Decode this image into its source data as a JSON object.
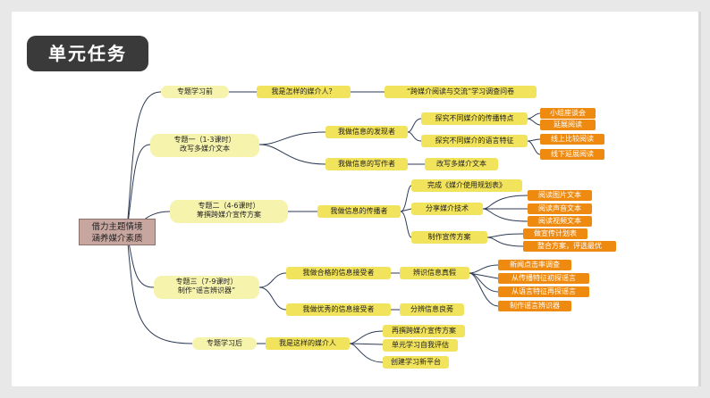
{
  "slide": {
    "badge": "单元任务"
  },
  "mindmap": {
    "root": [
      "借力主题情境",
      "涵养媒介素质"
    ],
    "branch1": {
      "topic": "专题学习前",
      "child": "我是怎样的媒介人？",
      "leaf": "“跨媒介阅读与交流”学习调查问卷"
    },
    "branch2": {
      "topic": [
        "专题一（1-3课时）",
        "改写多媒介文本"
      ],
      "child_a": "我做信息的发现者",
      "a_sub1": "探究不同媒介的传播特点",
      "a_sub1_leaves": [
        "小组座谈会",
        "延展阅读"
      ],
      "a_sub2": "探究不同媒介的语言特征",
      "a_sub2_leaves": [
        "线上比较阅读",
        "线下延展阅读"
      ],
      "child_b": "我做信息的写作者",
      "b_leaf": "改写多媒介文本"
    },
    "branch3": {
      "topic": [
        "专题二（4-6课时）",
        "筹撰跨媒介宣传方案"
      ],
      "child": "我做信息的传播者",
      "sub1": "完成《媒介使用规划表》",
      "sub2": "分享媒介技术",
      "sub2_leaves": [
        "阅读图片文本",
        "阅读声音文本",
        "阅读视频文本"
      ],
      "sub3": "制作宣传方案",
      "sub3_leaves": [
        "做宣传计划表",
        "整合方案，评选最优"
      ]
    },
    "branch4": {
      "topic": [
        "专题三（7-9课时）",
        "制作“谣言辨识器”"
      ],
      "child_a": "我做合格的信息接受者",
      "a_sub": "辨识信息真假",
      "a_leaves": [
        "新闻点击率调查",
        "从传播特征初探谣言",
        "从语言特征再探谣言",
        "制作谣言辨识器"
      ],
      "child_b": "我做优秀的信息接受者",
      "b_leaf": "分辨信息良莠"
    },
    "branch5": {
      "topic": "专题学习后",
      "child": "我是这样的媒介人",
      "leaves": [
        "再撰跨媒介宣传方案",
        "单元学习自我评估",
        "创建学习新平台"
      ]
    }
  }
}
